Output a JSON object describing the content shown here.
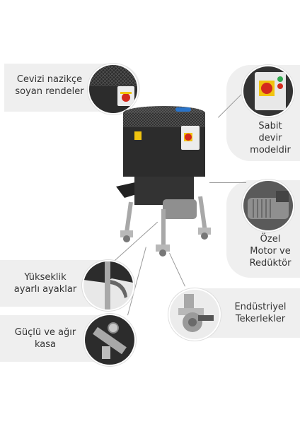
{
  "callouts": {
    "grater": {
      "line1": "Cevizi nazikçe",
      "line2": "soyan rendeler"
    },
    "fixed_speed": {
      "line1": "Sabit",
      "line2": "devir",
      "line3": "modeldir"
    },
    "motor": {
      "line1": "Özel",
      "line2": "Motor ve",
      "line3": "Redüktör"
    },
    "legs": {
      "line1": "Yükseklik",
      "line2": "ayarlı ayaklar"
    },
    "casters": {
      "line1": "Endüstriyel",
      "line2": "Tekerlekler"
    },
    "frame": {
      "line1": "Güçlü ve ağır",
      "line2": "kasa"
    }
  },
  "colors": {
    "pill": "#efefef",
    "machine": "#2c2c2c",
    "steel": "#a8a8a8",
    "line": "#9a9a9a",
    "switch_red": "#d42a1e",
    "switch_yellow": "#f1c40f",
    "blue_nozzle": "#2a74c9"
  },
  "icons": [
    "machine-photo",
    "grater-closeup",
    "switch-closeup",
    "motor-closeup",
    "leg-closeup",
    "caster-closeup",
    "frame-closeup"
  ]
}
